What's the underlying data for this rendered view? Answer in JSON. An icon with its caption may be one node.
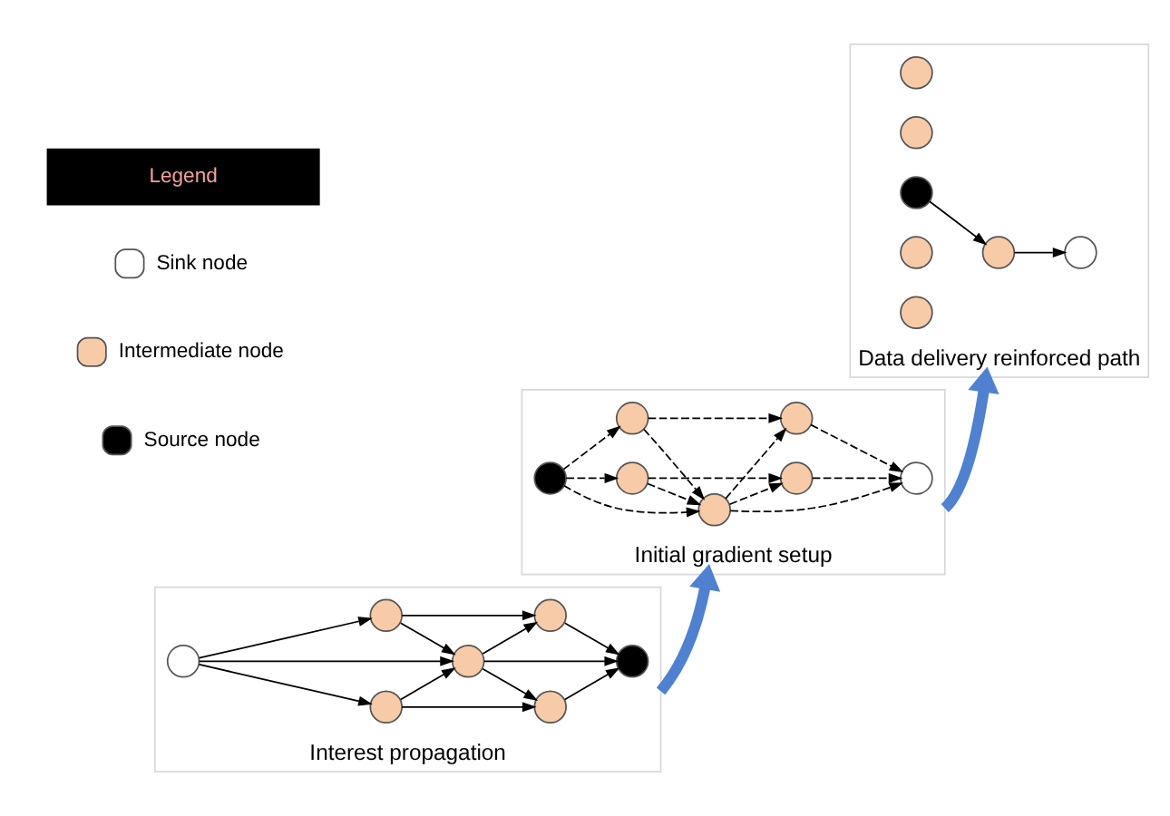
{
  "diagram": {
    "nodes": [
      {
        "text": [
          "Interest propagation"
        ]
      },
      {
        "text": [],
        "shape": "circle",
        "in": 0
      },
      {
        "text": [],
        "shape": "circle",
        "in": 0
      },
      {
        "text": [],
        "shape": "circle",
        "in": 0
      },
      {
        "text": [],
        "shape": "circle",
        "in": 0
      },
      {
        "text": [],
        "shape": "circle",
        "in": 0
      },
      {
        "text": [],
        "shape": "circle",
        "in": 0
      },
      {
        "text": [],
        "shape": "circle",
        "in": 0
      },
      {
        "text": [
          "Initial gradient setup"
        ]
      },
      {
        "text": [],
        "shape": "circle",
        "in": 8
      },
      {
        "text": [],
        "shape": "circle",
        "in": 8
      },
      {
        "text": [],
        "shape": "circle",
        "in": 8
      },
      {
        "text": [],
        "shape": "circle",
        "in": 8
      },
      {
        "text": [],
        "shape": "circle",
        "in": 8
      },
      {
        "text": [],
        "shape": "circle",
        "in": 8
      },
      {
        "text": [],
        "shape": "circle",
        "in": 8
      },
      {
        "text": [
          "Data delivery reinforced path"
        ]
      },
      {
        "text": [],
        "shape": "circle",
        "in": 16
      },
      {
        "text": [],
        "shape": "circle",
        "in": 16
      },
      {
        "text": [],
        "shape": "circle",
        "in": 16
      },
      {
        "text": [],
        "shape": "circle",
        "in": 16
      },
      {
        "text": [],
        "shape": "circle",
        "in": 16
      },
      {
        "text": [],
        "shape": "circle",
        "in": 16
      },
      {
        "text": [],
        "shape": "circle",
        "in": 16
      }
    ],
    "edges": [
      {
        "from": 1,
        "to": 3,
        "arrow": "to"
      },
      {
        "from": 2,
        "to": 1,
        "arrow": "to"
      },
      {
        "from": 4,
        "to": 1,
        "arrow": "to"
      },
      {
        "from": 2,
        "to": 4,
        "arrow": "to"
      },
      {
        "from": 5,
        "to": 2,
        "arrow": "to"
      },
      {
        "from": 4,
        "to": 3,
        "arrow": "to"
      },
      {
        "from": 5,
        "to": 4,
        "arrow": "to"
      },
      {
        "from": 4,
        "to": 6,
        "arrow": "to"
      },
      {
        "from": 6,
        "to": 3,
        "arrow": "to"
      },
      {
        "from": 7,
        "to": 4,
        "arrow": "to"
      },
      {
        "from": 7,
        "to": 6,
        "arrow": "to"
      },
      {
        "from": 5,
        "to": 7,
        "arrow": "to"
      },
      {
        "from": 11,
        "to": 9,
        "arrow": "to",
        "style": "dashed"
      },
      {
        "from": 9,
        "to": 10,
        "arrow": "to",
        "style": "dashed"
      },
      {
        "from": 9,
        "to": 12,
        "arrow": "to",
        "style": "dashed"
      },
      {
        "from": 11,
        "to": 12,
        "arrow": "to",
        "style": "dashed"
      },
      {
        "from": 12,
        "to": 10,
        "arrow": "to",
        "style": "dashed"
      },
      {
        "from": 10,
        "to": 13,
        "arrow": "to",
        "style": "dashed"
      },
      {
        "from": 12,
        "to": 13,
        "arrow": "to",
        "style": "dashed"
      },
      {
        "from": 11,
        "to": 14,
        "arrow": "to",
        "style": "dashed"
      },
      {
        "from": 14,
        "to": 12,
        "arrow": "to",
        "style": "dashed"
      },
      {
        "from": 12,
        "to": 15,
        "arrow": "to",
        "style": "dashed"
      },
      {
        "from": 14,
        "to": 15,
        "arrow": "to",
        "style": "dashed"
      },
      {
        "from": 15,
        "to": 13,
        "arrow": "to",
        "style": "dashed"
      },
      {
        "from": 19,
        "to": 20,
        "arrow": "to"
      },
      {
        "from": 20,
        "to": 21,
        "arrow": "to"
      },
      {
        "from": 0,
        "to": 8,
        "arrow": "to",
        "style": "thick",
        "color": "#4f81d0"
      },
      {
        "from": 8,
        "to": 16,
        "arrow": "to",
        "style": "thick",
        "color": "#4f81d0"
      }
    ],
    "labels": [
      "Legend"
    ],
    "legend": [
      {
        "text": "Sink node"
      },
      {
        "text": "Intermediate node"
      },
      {
        "text": "Source node"
      }
    ]
  }
}
